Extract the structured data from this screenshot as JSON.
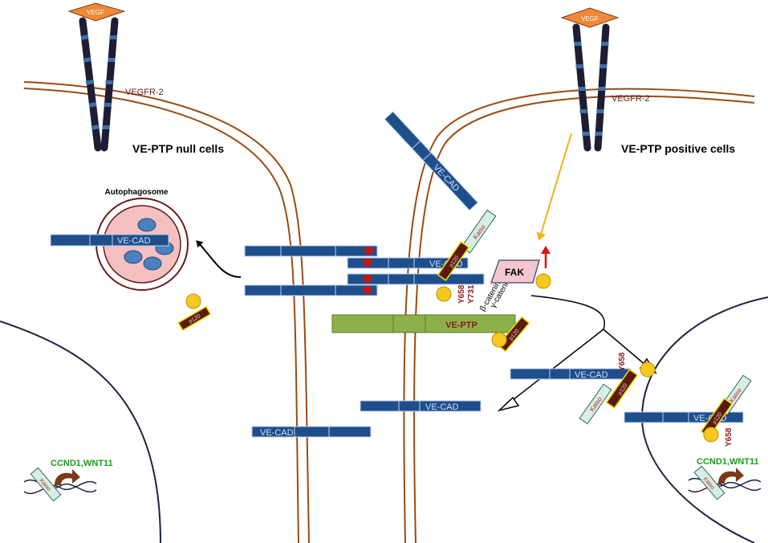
{
  "labels": {
    "vegf": "VEGF",
    "vegfr2": "VEGFR-2",
    "null_cells": "VE-PTP null cells",
    "positive_cells": "VE-PTP positive cells",
    "autophagosome": "Autophagosome",
    "vecad": "VE-CAD",
    "veptp": "VE-PTP",
    "fak": "FAK",
    "p120": "p120",
    "kaiso": "Kaiso",
    "y658": "Y658",
    "y731": "Y731",
    "beta_catenin": "β-catenin",
    "gamma_catenin": "γ-catenin",
    "genes": "CCND1,WNT11"
  },
  "colors": {
    "membrane": "#9a4a12",
    "receptor_dark": "#1d1d33",
    "receptor_seg": "#3d6ea8",
    "vegf": "#f0883a",
    "vecad": "#1f4e8c",
    "vecad_border": "#bcd0ea",
    "veptp": "#8cb04a",
    "veptp_text": "#8b1a1a",
    "p120": "#5c1a0d",
    "p120_border": "#f0e000",
    "yellow_ball": "#f7c820",
    "kaiso": "#d7eee4",
    "kaiso_border": "#2d6a55",
    "fak": "#f4c7cf",
    "autophagosome_fill": "#f4c0c0",
    "autophagosome_ring": "#6a1a1a",
    "vesicle": "#4a7fc0",
    "genes_text": "#1f9a1f",
    "label_red": "#8b1a1a",
    "orange_arrow": "#f2b21a",
    "red_arrow": "#e01010"
  },
  "icons": [
    "gene-arrow-icon",
    "dna-helix-icon"
  ]
}
